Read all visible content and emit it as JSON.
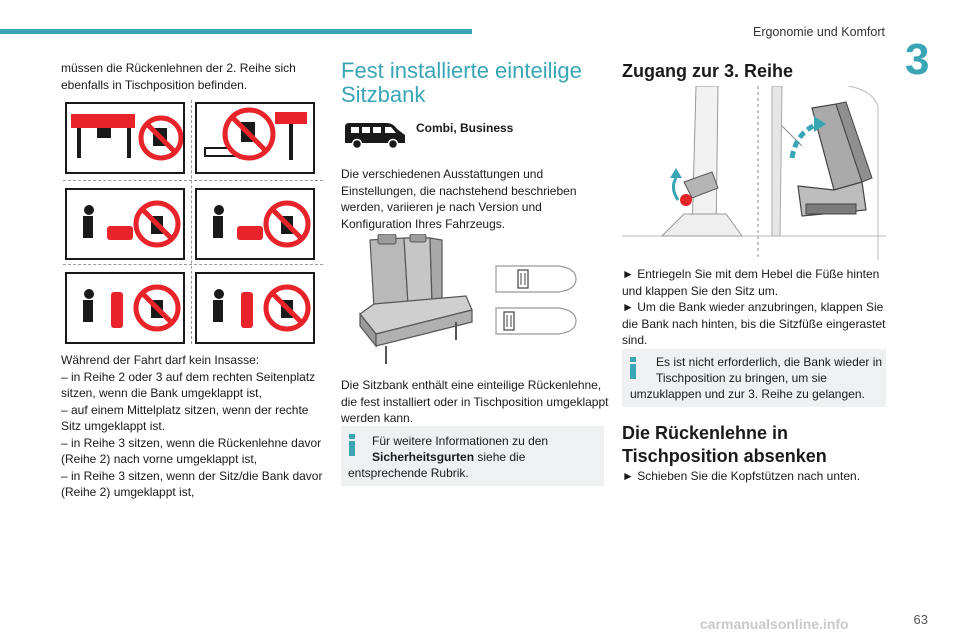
{
  "header": {
    "title": "Ergonomie und Komfort",
    "chapter": "3",
    "page_number": "63"
  },
  "col1": {
    "intro_lines": [
      "müssen die Rückenlehnen der 2. Reihe sich",
      "ebenfalls in Tischposition befinden."
    ],
    "body_lines": [
      "Während der Fahrt darf kein Insasse:",
      "–  in Reihe 2 oder 3 auf dem rechten Seitenplatz",
      "sitzen, wenn die Bank umgeklappt ist,",
      "–  auf einem Mittelplatz sitzen, wenn der rechte",
      "Sitz umgeklappt ist.",
      "–  in Reihe 3 sitzen, wenn die Rückenlehne davor",
      "(Reihe 2) nach vorne umgeklappt ist,",
      "–  in Reihe 3 sitzen, wenn der Sitz/die Bank davor",
      "(Reihe 2) umgeklappt ist,"
    ]
  },
  "col2": {
    "heading_lines": [
      "Fest installierte einteilige",
      "Sitzbank"
    ],
    "versions": "Combi, Business",
    "para1_lines": [
      "Die verschiedenen Ausstattungen und",
      "Einstellungen, die nachstehend beschrieben",
      "werden, variieren je nach Version und",
      "Konfiguration Ihres Fahrzeugs."
    ],
    "para2_lines": [
      "Die Sitzbank enthält eine einteilige Rückenlehne,",
      "die fest installiert oder in Tischposition umgeklappt",
      "werden kann."
    ],
    "info_line1": "Für weitere Informationen zu den",
    "info_bold": "Sicherheitsgurten",
    "info_after_bold": " siehe die",
    "info_line3": "entsprechende Rubrik."
  },
  "col3": {
    "heading1": "Zugang zur 3. Reihe",
    "steps_lines": [
      "►  Entriegeln Sie mit dem Hebel die Füße hinten",
      "und klappen Sie den Sitz um.",
      "►  Um die Bank wieder anzubringen, klappen Sie",
      "die Bank nach hinten, bis die Sitzfüße eingerastet",
      "sind."
    ],
    "info_lines": [
      "Es ist nicht erforderlich, die Bank wieder in",
      "Tischposition zu bringen, um sie",
      "umzuklappen und zur 3. Reihe zu gelangen."
    ],
    "heading2_lines": [
      "Die Rückenlehne in",
      "Tischposition absenken"
    ],
    "step_last": "►  Schieben Sie die Kopfstützen nach unten."
  },
  "watermark": "carmanualsonline.info",
  "colors": {
    "accent": "#3aa6b5",
    "warning_red": "#e8232a",
    "info_bg": "#eef0f2"
  }
}
